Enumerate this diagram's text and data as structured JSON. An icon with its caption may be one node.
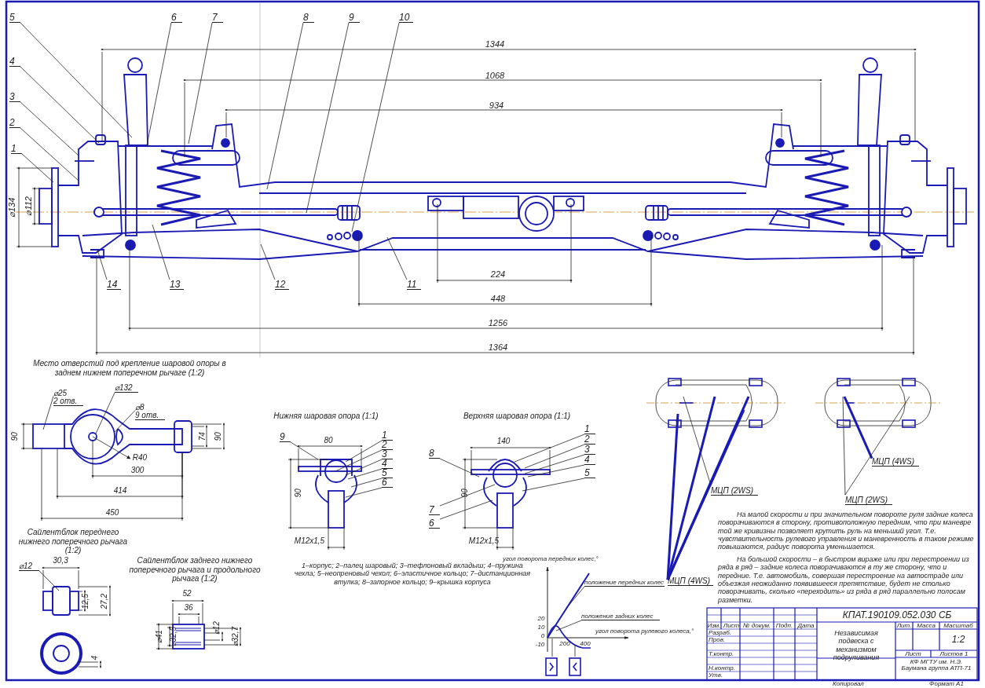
{
  "diagram": {
    "nodes": [
      {
        "text": [
          "1"
        ]
      },
      {
        "text": [
          "2"
        ]
      },
      {
        "text": [
          "3"
        ]
      },
      {
        "text": [
          "4"
        ]
      },
      {
        "text": [
          "5"
        ]
      },
      {
        "text": [
          "6"
        ]
      },
      {
        "text": [
          "7"
        ]
      },
      {
        "text": [
          "8"
        ]
      },
      {
        "text": [
          "9"
        ]
      },
      {
        "text": [
          "10"
        ]
      },
      {
        "text": [
          "11"
        ]
      },
      {
        "text": [
          "12"
        ]
      },
      {
        "text": [
          "13"
        ]
      },
      {
        "text": [
          "14"
        ]
      },
      {
        "text": [
          "9"
        ]
      },
      {
        "text": [
          "1"
        ]
      },
      {
        "text": [
          "2"
        ]
      },
      {
        "text": [
          "3"
        ]
      },
      {
        "text": [
          "4"
        ]
      },
      {
        "text": [
          "5"
        ]
      },
      {
        "text": [
          "6"
        ]
      },
      {
        "text": [
          "1"
        ]
      },
      {
        "text": [
          "2"
        ]
      },
      {
        "text": [
          "3"
        ]
      },
      {
        "text": [
          "4"
        ]
      },
      {
        "text": [
          "8"
        ]
      },
      {
        "text": [
          "5"
        ]
      },
      {
        "text": [
          "7"
        ]
      },
      {
        "text": [
          "6"
        ]
      },
      {
        "text": [
          "МЦП (2WS)"
        ]
      },
      {
        "text": [
          "МЦП (4WS)"
        ]
      },
      {
        "text": [
          "МЦП (4WS)"
        ]
      },
      {
        "text": [
          "МЦП (2WS)"
        ]
      },
      {
        "text": [
          "положение передних колес"
        ]
      },
      {
        "text": [
          "положение задних колес"
        ]
      },
      {
        "text": [
          "⌀25",
          "2 отв."
        ]
      },
      {
        "text": [
          "⌀132"
        ]
      },
      {
        "text": [
          "⌀8",
          "9 отв."
        ]
      },
      {
        "text": [
          "⌀12"
        ]
      }
    ],
    "edges": [
      {
        "from": 0,
        "to": null,
        "arrow": "none"
      },
      {
        "from": 1,
        "to": null,
        "arrow": "none"
      },
      {
        "from": 2,
        "to": null,
        "arrow": "none"
      },
      {
        "from": 3,
        "to": null,
        "arrow": "none"
      },
      {
        "from": 4,
        "to": null,
        "arrow": "none"
      },
      {
        "from": 5,
        "to": null,
        "arrow": "none"
      },
      {
        "from": 6,
        "to": null,
        "arrow": "none"
      },
      {
        "from": 7,
        "to": null,
        "arrow": "none"
      },
      {
        "from": 8,
        "to": null,
        "arrow": "none"
      },
      {
        "from": 9,
        "to": null,
        "arrow": "none"
      },
      {
        "from": 10,
        "to": null,
        "arrow": "none"
      },
      {
        "from": 11,
        "to": null,
        "arrow": "none"
      },
      {
        "from": 12,
        "to": null,
        "arrow": "none"
      },
      {
        "from": 13,
        "to": null,
        "arrow": "none"
      },
      {
        "from": 14,
        "to": null,
        "arrow": "none"
      },
      {
        "from": 15,
        "to": null,
        "arrow": "none"
      },
      {
        "from": 16,
        "to": null,
        "arrow": "none"
      },
      {
        "from": 17,
        "to": null,
        "arrow": "none"
      },
      {
        "from": 18,
        "to": null,
        "arrow": "none"
      },
      {
        "from": 19,
        "to": null,
        "arrow": "none"
      },
      {
        "from": 20,
        "to": null,
        "arrow": "none"
      },
      {
        "from": 21,
        "to": null,
        "arrow": "none"
      },
      {
        "from": 22,
        "to": null,
        "arrow": "none"
      },
      {
        "from": 23,
        "to": null,
        "arrow": "none"
      },
      {
        "from": 24,
        "to": null,
        "arrow": "none"
      },
      {
        "from": 25,
        "to": null,
        "arrow": "none"
      },
      {
        "from": 26,
        "to": null,
        "arrow": "none"
      },
      {
        "from": 27,
        "to": null,
        "arrow": "none"
      },
      {
        "from": 28,
        "to": null,
        "arrow": "none"
      },
      {
        "from": 29,
        "to": null,
        "arrow": "none"
      },
      {
        "from": 29,
        "to": null,
        "arrow": "none"
      },
      {
        "from": 30,
        "to": null,
        "arrow": "none",
        "style": "thick",
        "color": "#1a1ab4"
      },
      {
        "from": 30,
        "to": null,
        "arrow": "none",
        "style": "thick",
        "color": "#1a1ab4"
      },
      {
        "from": 30,
        "to": null,
        "arrow": "none",
        "style": "thick",
        "color": "#1a1ab4"
      },
      {
        "from": 30,
        "to": null,
        "arrow": "none",
        "style": "thick",
        "color": "#1a1ab4"
      },
      {
        "from": 31,
        "to": null,
        "arrow": "none",
        "style": "thick",
        "color": "#1a1ab4"
      },
      {
        "from": 32,
        "to": null,
        "arrow": "none"
      },
      {
        "from": 32,
        "to": null,
        "arrow": "none"
      },
      {
        "from": 33,
        "to": null,
        "arrow": "none"
      },
      {
        "from": 34,
        "to": null,
        "arrow": "none"
      },
      {
        "from": 35,
        "to": null,
        "arrow": "none"
      },
      {
        "from": 36,
        "to": null,
        "arrow": "none"
      },
      {
        "from": 37,
        "to": null,
        "arrow": "none"
      },
      {
        "from": 38,
        "to": null,
        "arrow": "none"
      }
    ],
    "labels": [
      "1344",
      "1068",
      "934",
      "⌀134",
      "⌀112",
      "224",
      "448",
      "1256",
      "1364",
      "Место отверстий под крепление шаровой опоры в заднем нижнем поперечном рычаге (1:2)",
      "90",
      "R40",
      "300",
      "414",
      "450",
      "74",
      "90",
      "Сайлентблок переднего нижнего поперечного рычага (1:2)",
      "30,3",
      "12,5",
      "27,2",
      "4",
      "Сайлентблок заднего нижнего поперечного рычага и продольного рычага (1:2)",
      "52",
      "36",
      "⌀41",
      "⌀32,5",
      "⌀12",
      "⌀32,7",
      "Нижняя шаровая опора (1:1)",
      "80",
      "90",
      "M12x1,5",
      "Верхняя шаровая опора (1:1)",
      "140",
      "90",
      "M12x1,5",
      "1–корпус; 2–палец шаровый; 3–тефлоновый вкладыш; 4–пружина чехла; 5–неопреновый чехол; 6–эластичное кольцо; 7–дистанционная втулка; 8–запорное кольцо; 9–крышка корпуса",
      "угол поворота передних колес,°",
      "20",
      "10",
      "0",
      "-10",
      "200",
      "400",
      "угол поворота рулевого колеса,°",
      "На малой скорости и при значительном повороте руля задние колеса поворачиваются в сторону, противоположную передним, что при маневре той же кривизны позволяет крутить руль на меньший угол. Т.е. чувствительность рулевого управления и маневренность в таком режиме повышаются, радиус поворота уменьшается.",
      "На большой скорости – в быстром вираже или при перестроении из ряда в ряд – задние колеса поворачиваются в ту же сторону, что и передние. Т.е. автомобиль, совершая перестроение на автостраде или объезжая неожиданно появившееся препятствие, будет не столько поворачивать, сколько «переходить» из ряда в ряд параллельно полосам разметки.",
      "КПАТ.190109.052.030 СБ",
      "Изм.",
      "Лист",
      "№ докум.",
      "Подп.",
      "Дата",
      "Независимая подвеска с механизмом подруливания",
      "Лит.",
      "Масса",
      "Масштаб",
      "Разраб.",
      "Пров.",
      "1:2",
      "Т.контр.",
      "Лист",
      "Листов 1",
      "Н.контр.",
      "КФ МГТУ им. Н.Э. Баумана группа АТП-71",
      "Утв.",
      "Копировал",
      "Формат А1"
    ]
  }
}
